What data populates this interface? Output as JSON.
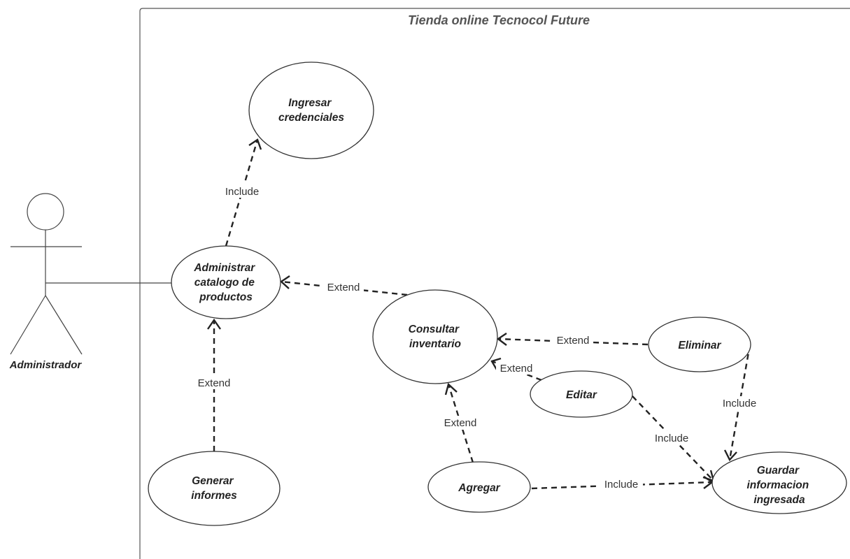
{
  "system": {
    "title": "Tienda online Tecnocol Future"
  },
  "actor": {
    "name": "Administrador"
  },
  "use_cases": {
    "ingresar_credenciales": [
      "Ingresar",
      "credenciales"
    ],
    "administrar_catalogo": [
      "Administrar",
      "catalogo de",
      "productos"
    ],
    "generar_informes": [
      "Generar",
      "informes"
    ],
    "consultar_inventario": [
      "Consultar",
      "inventario"
    ],
    "eliminar": [
      "Eliminar"
    ],
    "editar": [
      "Editar"
    ],
    "agregar": [
      "Agregar"
    ],
    "guardar_informacion": [
      "Guardar",
      "informacion",
      "ingresada"
    ]
  },
  "relations": {
    "admin_to_credenciales": "Include",
    "consultar_to_admin": "Extend",
    "generar_to_admin": "Extend",
    "eliminar_to_consultar": "Extend",
    "editar_to_consultar": "Extend",
    "agregar_to_consultar": "Extend",
    "eliminar_to_guardar": "Include",
    "editar_to_guardar": "Include",
    "agregar_to_guardar": "Include"
  }
}
